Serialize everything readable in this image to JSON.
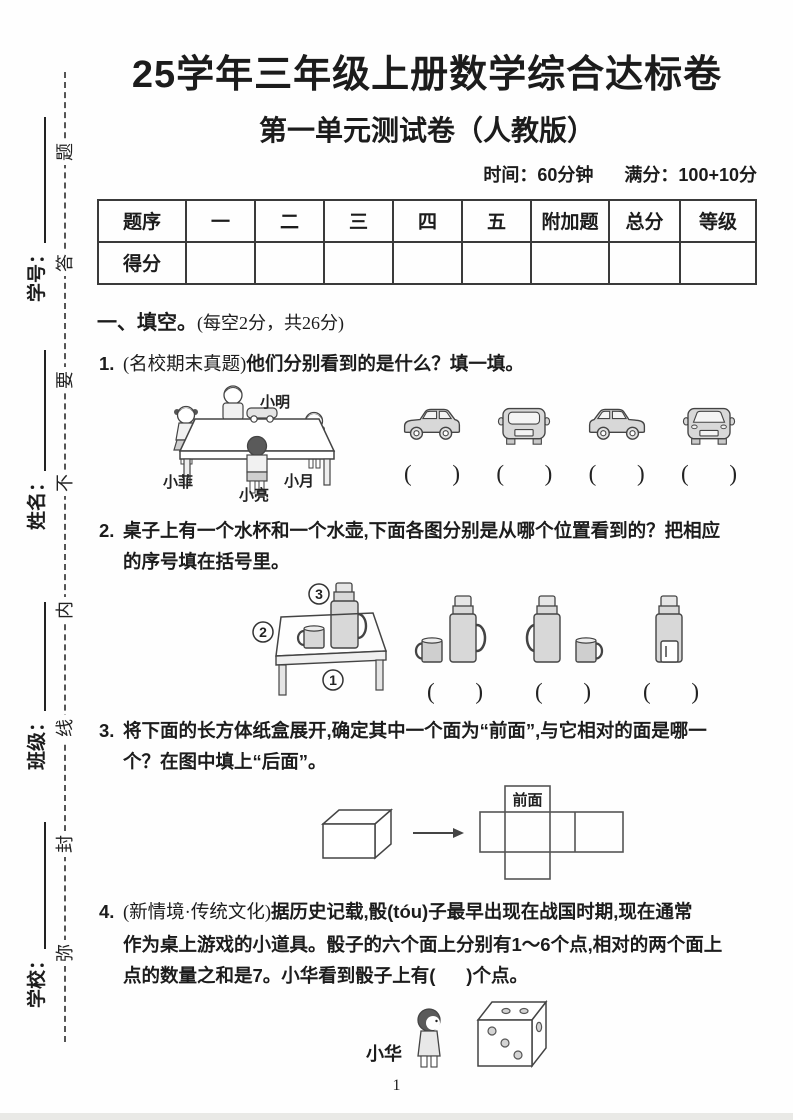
{
  "page": {
    "number": "1"
  },
  "sidebar": {
    "fields": [
      {
        "label": "学号："
      },
      {
        "label": "姓名："
      },
      {
        "label": "班级："
      },
      {
        "label": "学校："
      }
    ],
    "seal_chars": [
      "题",
      "答",
      "要",
      "不",
      "内",
      "线",
      "封",
      "弥"
    ]
  },
  "header": {
    "title": "25学年三年级上册数学综合达标卷",
    "subtitle": "第一单元测试卷（人教版）",
    "time": "时间：60分钟",
    "full_score": "满分：100+10分"
  },
  "score_table": {
    "columns": [
      "题序",
      "一",
      "二",
      "三",
      "四",
      "五",
      "附加题",
      "总分",
      "等级"
    ],
    "score_label": "得分"
  },
  "section1": {
    "title": "一、填空。",
    "note": "(每空2分，共26分)"
  },
  "bracket": {
    "open": "(",
    "close": ")"
  },
  "q1": {
    "num": "1.",
    "tag": "(名校期末真题)",
    "text": "他们分别看到的是什么？填一填。",
    "names": {
      "top": "小明",
      "left": "小菲",
      "front": "小亮",
      "right": "小月"
    }
  },
  "q2": {
    "num": "2.",
    "line1": "桌子上有一个水杯和一个水壶,下面各图分别是从哪个位置看到的？把相应",
    "line2": "的序号填在括号里。",
    "pos_top": "3",
    "pos_left": "2",
    "pos_front": "1"
  },
  "q3": {
    "num": "3.",
    "line1": "将下面的长方体纸盒展开,确定其中一个面为“前面”,与它相对的面是哪一",
    "line2": "个？在图中填上“后面”。",
    "net_label": "前面"
  },
  "q4": {
    "num": "4.",
    "tag": "(新情境·传统文化)",
    "line1": "据历史记载,骰(tóu)子最早出现在战国时期,现在通常",
    "line2": "作为桌上游戏的小道具。骰子的六个面上分别有1～6个点,相对的两个面上",
    "line3": "点的数量之和是7。小华看到骰子上有(      )个点。",
    "boy_label": "小华"
  }
}
